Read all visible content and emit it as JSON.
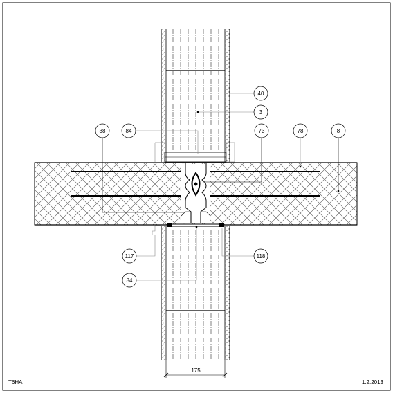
{
  "drawing": {
    "id": "T6HA",
    "date": "1.2.2013",
    "dimension": "175"
  },
  "callouts": {
    "c40": "40",
    "c3": "3",
    "c38": "38",
    "c84_top": "84",
    "c73": "73",
    "c78": "78",
    "c8": "8",
    "c117": "117",
    "c118": "118",
    "c84_bottom": "84"
  },
  "colors": {
    "line": "#000000",
    "leader": "#888888",
    "hatch": "#555555",
    "background": "#ffffff"
  }
}
